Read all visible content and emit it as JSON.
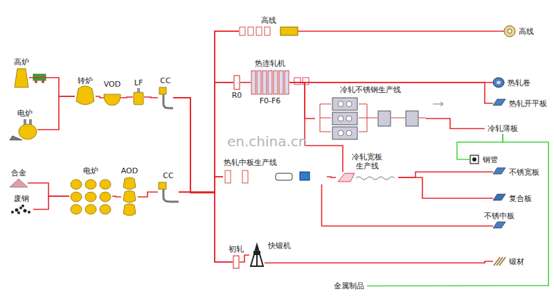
{
  "diagram": {
    "nodes": [
      {
        "text": [
          "高炉"
        ]
      },
      {
        "text": [
          "电炉"
        ]
      },
      {
        "text": [
          "转炉"
        ]
      },
      {
        "text": [
          "VOD"
        ]
      },
      {
        "text": [
          "LF"
        ]
      },
      {
        "text": [
          "CC"
        ]
      },
      {
        "text": [
          "合金"
        ]
      },
      {
        "text": [
          "废钢"
        ]
      },
      {
        "text": [
          "电炉"
        ]
      },
      {
        "text": [
          "AOD"
        ]
      },
      {
        "text": [
          "CC"
        ]
      },
      {
        "text": [
          "高线"
        ]
      },
      {
        "text": [
          "热连轧机",
          "F0-F6"
        ]
      },
      {
        "text": [
          "R0"
        ]
      },
      {
        "text": [
          "高线"
        ]
      },
      {
        "text": [
          "热轧卷"
        ]
      },
      {
        "text": [
          "热轧开平板"
        ]
      },
      {
        "text": [
          "冷轧不锈钢生产线"
        ]
      },
      {
        "text": [
          "冷轧薄板"
        ]
      },
      {
        "text": [
          "钢管"
        ]
      },
      {
        "text": [
          "不锈宽板"
        ]
      },
      {
        "text": [
          "复合板"
        ]
      },
      {
        "text": [
          "不锈中板"
        ]
      },
      {
        "text": [
          "锻材"
        ]
      },
      {
        "text": [
          "热轧中板生产线"
        ]
      },
      {
        "text": [
          "冷轧宽板 生产线"
        ]
      },
      {
        "text": [
          "初轧"
        ]
      },
      {
        "text": [
          "快锻机"
        ]
      },
      {
        "text": [
          "金属制品"
        ]
      }
    ],
    "edges": [
      {
        "from": 0,
        "to": 2,
        "arrow": "none"
      },
      {
        "from": 1,
        "to": 2,
        "arrow": "none"
      },
      {
        "from": 2,
        "to": 3,
        "arrow": "none"
      },
      {
        "from": 3,
        "to": 4,
        "arrow": "none"
      },
      {
        "from": 4,
        "to": 5,
        "arrow": "none"
      },
      {
        "from": 5,
        "to": 11,
        "arrow": "none"
      },
      {
        "from": 5,
        "to": 13,
        "arrow": "none"
      },
      {
        "from": 5,
        "to": 24,
        "arrow": "none"
      },
      {
        "from": 5,
        "to": 26,
        "arrow": "none"
      },
      {
        "from": 6,
        "to": 8,
        "arrow": "none"
      },
      {
        "from": 7,
        "to": 8,
        "arrow": "none"
      },
      {
        "from": 8,
        "to": 9,
        "arrow": "none"
      },
      {
        "from": 9,
        "to": 10,
        "arrow": "none"
      },
      {
        "from": 10,
        "to": 11,
        "arrow": "none"
      },
      {
        "from": 10,
        "to": 13,
        "arrow": "none"
      },
      {
        "from": 10,
        "to": 24,
        "arrow": "none"
      },
      {
        "from": 10,
        "to": 26,
        "arrow": "none"
      },
      {
        "from": 11,
        "to": 14,
        "arrow": "none"
      },
      {
        "from": 13,
        "to": 12,
        "arrow": "none"
      },
      {
        "from": 12,
        "to": 15,
        "arrow": "none"
      },
      {
        "from": 12,
        "to": 16,
        "arrow": "none"
      },
      {
        "from": 12,
        "to": 17,
        "arrow": "none"
      },
      {
        "from": 12,
        "to": 25,
        "arrow": "none"
      },
      {
        "from": 17,
        "to": 18,
        "arrow": "none"
      },
      {
        "from": 18,
        "to": 19,
        "arrow": "none"
      },
      {
        "from": 18,
        "to": 28,
        "arrow": "none"
      },
      {
        "from": 24,
        "to": 25,
        "arrow": "none"
      },
      {
        "from": 25,
        "to": 20,
        "arrow": "none"
      },
      {
        "from": 25,
        "to": 21,
        "arrow": "none"
      },
      {
        "from": 24,
        "to": 22,
        "arrow": "none"
      },
      {
        "from": 26,
        "to": 27,
        "arrow": "none"
      },
      {
        "from": 27,
        "to": 23,
        "arrow": "none"
      }
    ],
    "labels": [
      "en.china.cn"
    ]
  }
}
